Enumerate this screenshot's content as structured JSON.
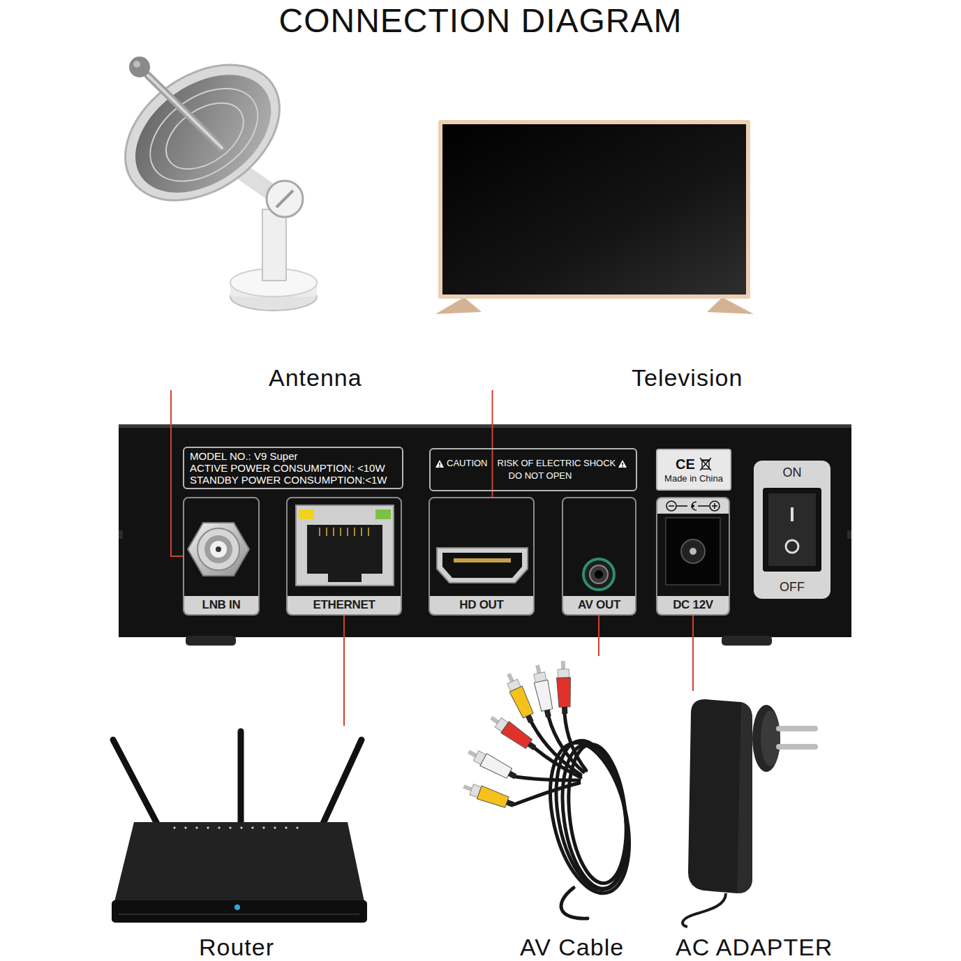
{
  "diagram": {
    "title": "CONNECTION DIAGRAM",
    "nodes": [
      {
        "text": [
          "Antenna"
        ]
      },
      {
        "text": [
          "Television"
        ]
      },
      {
        "text": [
          "MODEL NO.: V9 Super",
          "ACTIVE POWER CONSUMPTION: <10W",
          "STANDBY POWER CONSUMPTION:<1W"
        ]
      },
      {
        "text": [
          "CAUTION",
          "RISK OF ELECTRIC SHOCK",
          "DO NOT OPEN"
        ]
      },
      {
        "text": [
          "CE",
          "Made in China"
        ]
      },
      {
        "text": [
          "ON",
          "OFF"
        ]
      },
      {
        "text": [
          "LNB IN"
        ]
      },
      {
        "text": [
          "ETHERNET"
        ]
      },
      {
        "text": [
          "HD OUT"
        ]
      },
      {
        "text": [
          "AV OUT"
        ]
      },
      {
        "text": [
          "DC 12V"
        ]
      },
      {
        "text": [
          "Router"
        ]
      },
      {
        "text": [
          "AV Cable"
        ]
      },
      {
        "text": [
          "AC ADAPTER"
        ]
      }
    ],
    "edges": [
      {
        "from": 0,
        "to": 6,
        "arrow": "none"
      },
      {
        "from": 1,
        "to": 8,
        "arrow": "none"
      },
      {
        "from": 11,
        "to": 7,
        "arrow": "none"
      },
      {
        "from": 12,
        "to": 9,
        "arrow": "none"
      },
      {
        "from": 13,
        "to": 10,
        "arrow": "none"
      }
    ]
  }
}
